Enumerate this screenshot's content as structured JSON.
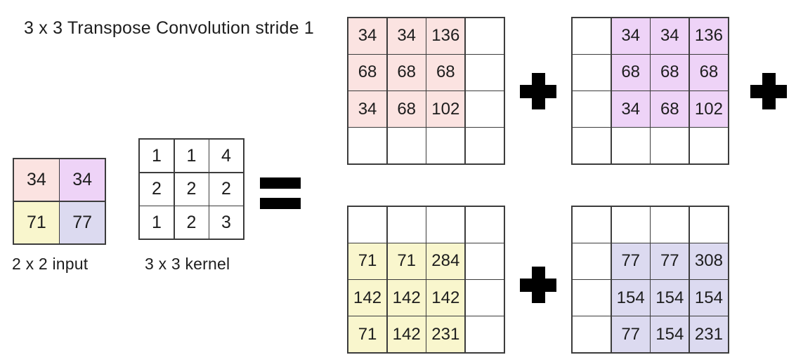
{
  "title": "3 x 3 Transpose Convolution stride 1",
  "colors": {
    "pink": "#fbe3e1",
    "purple": "#eed3f7",
    "yellow": "#f9f6cd",
    "lavender": "#dcdaf0",
    "white": "#ffffff",
    "grid_line": "#3c3c3c",
    "text": "#1d1d1d",
    "operator": "#000000"
  },
  "captions": {
    "input": "2 x 2 input",
    "kernel": "3 x 3 kernel"
  },
  "operators": {
    "plus": "+",
    "equals": "="
  },
  "input_grid": {
    "rows": 2,
    "cols": 2,
    "cells": [
      [
        {
          "value": "34",
          "color": "pink"
        },
        {
          "value": "34",
          "color": "purple"
        }
      ],
      [
        {
          "value": "71",
          "color": "yellow"
        },
        {
          "value": "77",
          "color": "lavender"
        }
      ]
    ]
  },
  "kernel_grid": {
    "rows": 3,
    "cols": 3,
    "cells": [
      [
        {
          "value": "1",
          "color": "white"
        },
        {
          "value": "1",
          "color": "white"
        },
        {
          "value": "4",
          "color": "white"
        }
      ],
      [
        {
          "value": "2",
          "color": "white"
        },
        {
          "value": "2",
          "color": "white"
        },
        {
          "value": "2",
          "color": "white"
        }
      ],
      [
        {
          "value": "1",
          "color": "white"
        },
        {
          "value": "2",
          "color": "white"
        },
        {
          "value": "3",
          "color": "white"
        }
      ]
    ]
  },
  "output_grids": [
    {
      "id": "top-left",
      "color": "pink",
      "rows": 4,
      "cols": 4,
      "cells": [
        [
          {
            "value": "34",
            "color": "pink"
          },
          {
            "value": "34",
            "color": "pink"
          },
          {
            "value": "136",
            "color": "pink"
          },
          {
            "value": "",
            "color": "white"
          }
        ],
        [
          {
            "value": "68",
            "color": "pink"
          },
          {
            "value": "68",
            "color": "pink"
          },
          {
            "value": "68",
            "color": "pink"
          },
          {
            "value": "",
            "color": "white"
          }
        ],
        [
          {
            "value": "34",
            "color": "pink"
          },
          {
            "value": "68",
            "color": "pink"
          },
          {
            "value": "102",
            "color": "pink"
          },
          {
            "value": "",
            "color": "white"
          }
        ],
        [
          {
            "value": "",
            "color": "white"
          },
          {
            "value": "",
            "color": "white"
          },
          {
            "value": "",
            "color": "white"
          },
          {
            "value": "",
            "color": "white"
          }
        ]
      ]
    },
    {
      "id": "top-right",
      "color": "purple",
      "rows": 4,
      "cols": 4,
      "cells": [
        [
          {
            "value": "",
            "color": "white"
          },
          {
            "value": "34",
            "color": "purple"
          },
          {
            "value": "34",
            "color": "purple"
          },
          {
            "value": "136",
            "color": "purple"
          }
        ],
        [
          {
            "value": "",
            "color": "white"
          },
          {
            "value": "68",
            "color": "purple"
          },
          {
            "value": "68",
            "color": "purple"
          },
          {
            "value": "68",
            "color": "purple"
          }
        ],
        [
          {
            "value": "",
            "color": "white"
          },
          {
            "value": "34",
            "color": "purple"
          },
          {
            "value": "68",
            "color": "purple"
          },
          {
            "value": "102",
            "color": "purple"
          }
        ],
        [
          {
            "value": "",
            "color": "white"
          },
          {
            "value": "",
            "color": "white"
          },
          {
            "value": "",
            "color": "white"
          },
          {
            "value": "",
            "color": "white"
          }
        ]
      ]
    },
    {
      "id": "bottom-left",
      "color": "yellow",
      "rows": 4,
      "cols": 4,
      "cells": [
        [
          {
            "value": "",
            "color": "white"
          },
          {
            "value": "",
            "color": "white"
          },
          {
            "value": "",
            "color": "white"
          },
          {
            "value": "",
            "color": "white"
          }
        ],
        [
          {
            "value": "71",
            "color": "yellow"
          },
          {
            "value": "71",
            "color": "yellow"
          },
          {
            "value": "284",
            "color": "yellow"
          },
          {
            "value": "",
            "color": "white"
          }
        ],
        [
          {
            "value": "142",
            "color": "yellow"
          },
          {
            "value": "142",
            "color": "yellow"
          },
          {
            "value": "142",
            "color": "yellow"
          },
          {
            "value": "",
            "color": "white"
          }
        ],
        [
          {
            "value": "71",
            "color": "yellow"
          },
          {
            "value": "142",
            "color": "yellow"
          },
          {
            "value": "231",
            "color": "yellow"
          },
          {
            "value": "",
            "color": "white"
          }
        ]
      ]
    },
    {
      "id": "bottom-right",
      "color": "lavender",
      "rows": 4,
      "cols": 4,
      "cells": [
        [
          {
            "value": "",
            "color": "white"
          },
          {
            "value": "",
            "color": "white"
          },
          {
            "value": "",
            "color": "white"
          },
          {
            "value": "",
            "color": "white"
          }
        ],
        [
          {
            "value": "",
            "color": "white"
          },
          {
            "value": "77",
            "color": "lavender"
          },
          {
            "value": "77",
            "color": "lavender"
          },
          {
            "value": "308",
            "color": "lavender"
          }
        ],
        [
          {
            "value": "",
            "color": "white"
          },
          {
            "value": "154",
            "color": "lavender"
          },
          {
            "value": "154",
            "color": "lavender"
          },
          {
            "value": "154",
            "color": "lavender"
          }
        ],
        [
          {
            "value": "",
            "color": "white"
          },
          {
            "value": "77",
            "color": "lavender"
          },
          {
            "value": "154",
            "color": "lavender"
          },
          {
            "value": "231",
            "color": "lavender"
          }
        ]
      ]
    }
  ]
}
